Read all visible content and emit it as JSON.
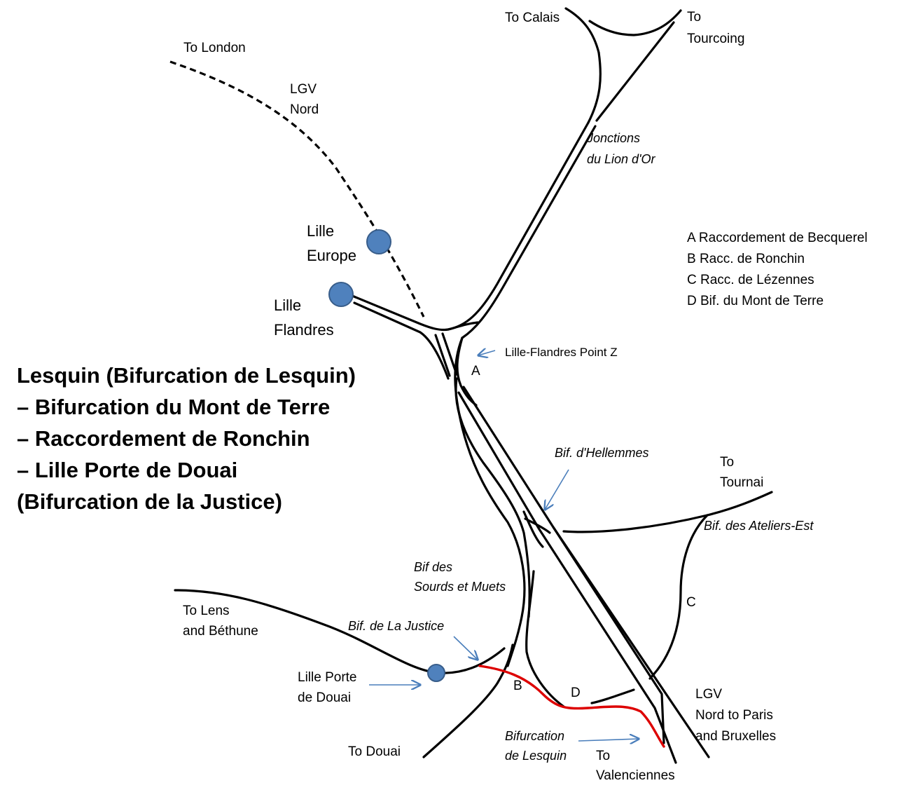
{
  "title_lines": [
    "Lesquin (Bifurcation de Lesquin)",
    "– Bifurcation du Mont de Terre",
    "– Raccordement de Ronchin",
    "– Lille Porte de Douai",
    "(Bifurcation de la Justice)"
  ],
  "stations": {
    "lille_europe": [
      "Lille",
      "Europe"
    ],
    "lille_flandres": [
      "Lille",
      "Flandres"
    ],
    "lille_porte_de_douai": [
      "Lille Porte",
      "de Douai"
    ]
  },
  "destinations": {
    "london": "To London",
    "lgv_nord": [
      "LGV",
      "Nord"
    ],
    "calais": "To Calais",
    "tourcoing": [
      "To",
      "Tourcoing"
    ],
    "tournai": [
      "To",
      "Tournai"
    ],
    "lens": [
      "To Lens",
      "and Béthune"
    ],
    "douai": "To Douai",
    "valenciennes": [
      "To",
      "Valenciennes"
    ],
    "lgv_paris": [
      "LGV",
      "Nord to Paris",
      "and  Bruxelles"
    ]
  },
  "junctions": {
    "lion_dor": [
      "Jonctions",
      "du Lion d'Or"
    ],
    "point_z": "Lille-Flandres Point Z",
    "hellemmes": "Bif. d'Hellemmes",
    "ateliers_est": "Bif. des Ateliers-Est",
    "sourds_muets": [
      "Bif des",
      "Sourds et Muets"
    ],
    "la_justice": "Bif. de La Justice",
    "lesquin": [
      "Bifurcation",
      "de Lesquin"
    ]
  },
  "markers": {
    "a": "A",
    "b": "B",
    "c": "C",
    "d": "D"
  },
  "legend": [
    "A  Raccordement  de Becquerel",
    "B  Racc. de Ronchin",
    "C  Racc. de Lézennes",
    "D  Bif.  du Mont de Terre"
  ],
  "colors": {
    "track": "#000000",
    "highlight_track": "#dd0000",
    "station": "#4f81bd",
    "arrow": "#4a7ebb"
  }
}
